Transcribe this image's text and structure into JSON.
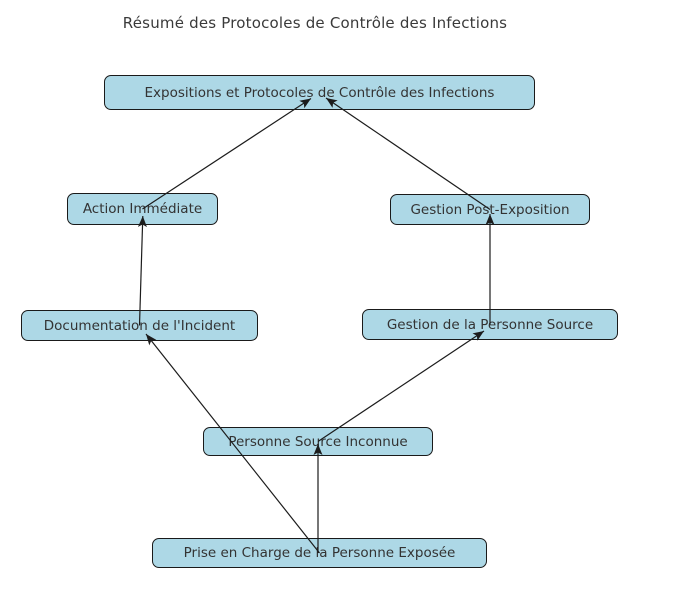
{
  "title": "Résumé des Protocoles de Contrôle des Infections",
  "diagram": {
    "type": "flowchart",
    "nodes": {
      "expositions": {
        "label": "Expositions et Protocoles de Contrôle des Infections"
      },
      "action_immediate": {
        "label": "Action Immédiate"
      },
      "gestion_post_exposition": {
        "label": "Gestion Post-Exposition"
      },
      "documentation_incident": {
        "label": "Documentation de l'Incident"
      },
      "gestion_personne_source": {
        "label": "Gestion de la Personne Source"
      },
      "personne_source_inconnue": {
        "label": "Personne Source Inconnue"
      },
      "prise_en_charge": {
        "label": "Prise en Charge de la Personne Exposée"
      }
    },
    "edges": [
      {
        "from": "action_immediate",
        "to": "expositions"
      },
      {
        "from": "gestion_post_exposition",
        "to": "expositions"
      },
      {
        "from": "documentation_incident",
        "to": "action_immediate"
      },
      {
        "from": "gestion_personne_source",
        "to": "gestion_post_exposition"
      },
      {
        "from": "personne_source_inconnue",
        "to": "gestion_personne_source"
      },
      {
        "from": "prise_en_charge",
        "to": "personne_source_inconnue"
      },
      {
        "from": "prise_en_charge",
        "to": "documentation_incident"
      }
    ],
    "colors": {
      "background": "#ffffff",
      "node_fill": "#add8e6",
      "node_border": "#1a1a1a",
      "node_text": "#333333",
      "arrow": "#1c1c1c",
      "title_text": "#3a3a3a"
    }
  }
}
